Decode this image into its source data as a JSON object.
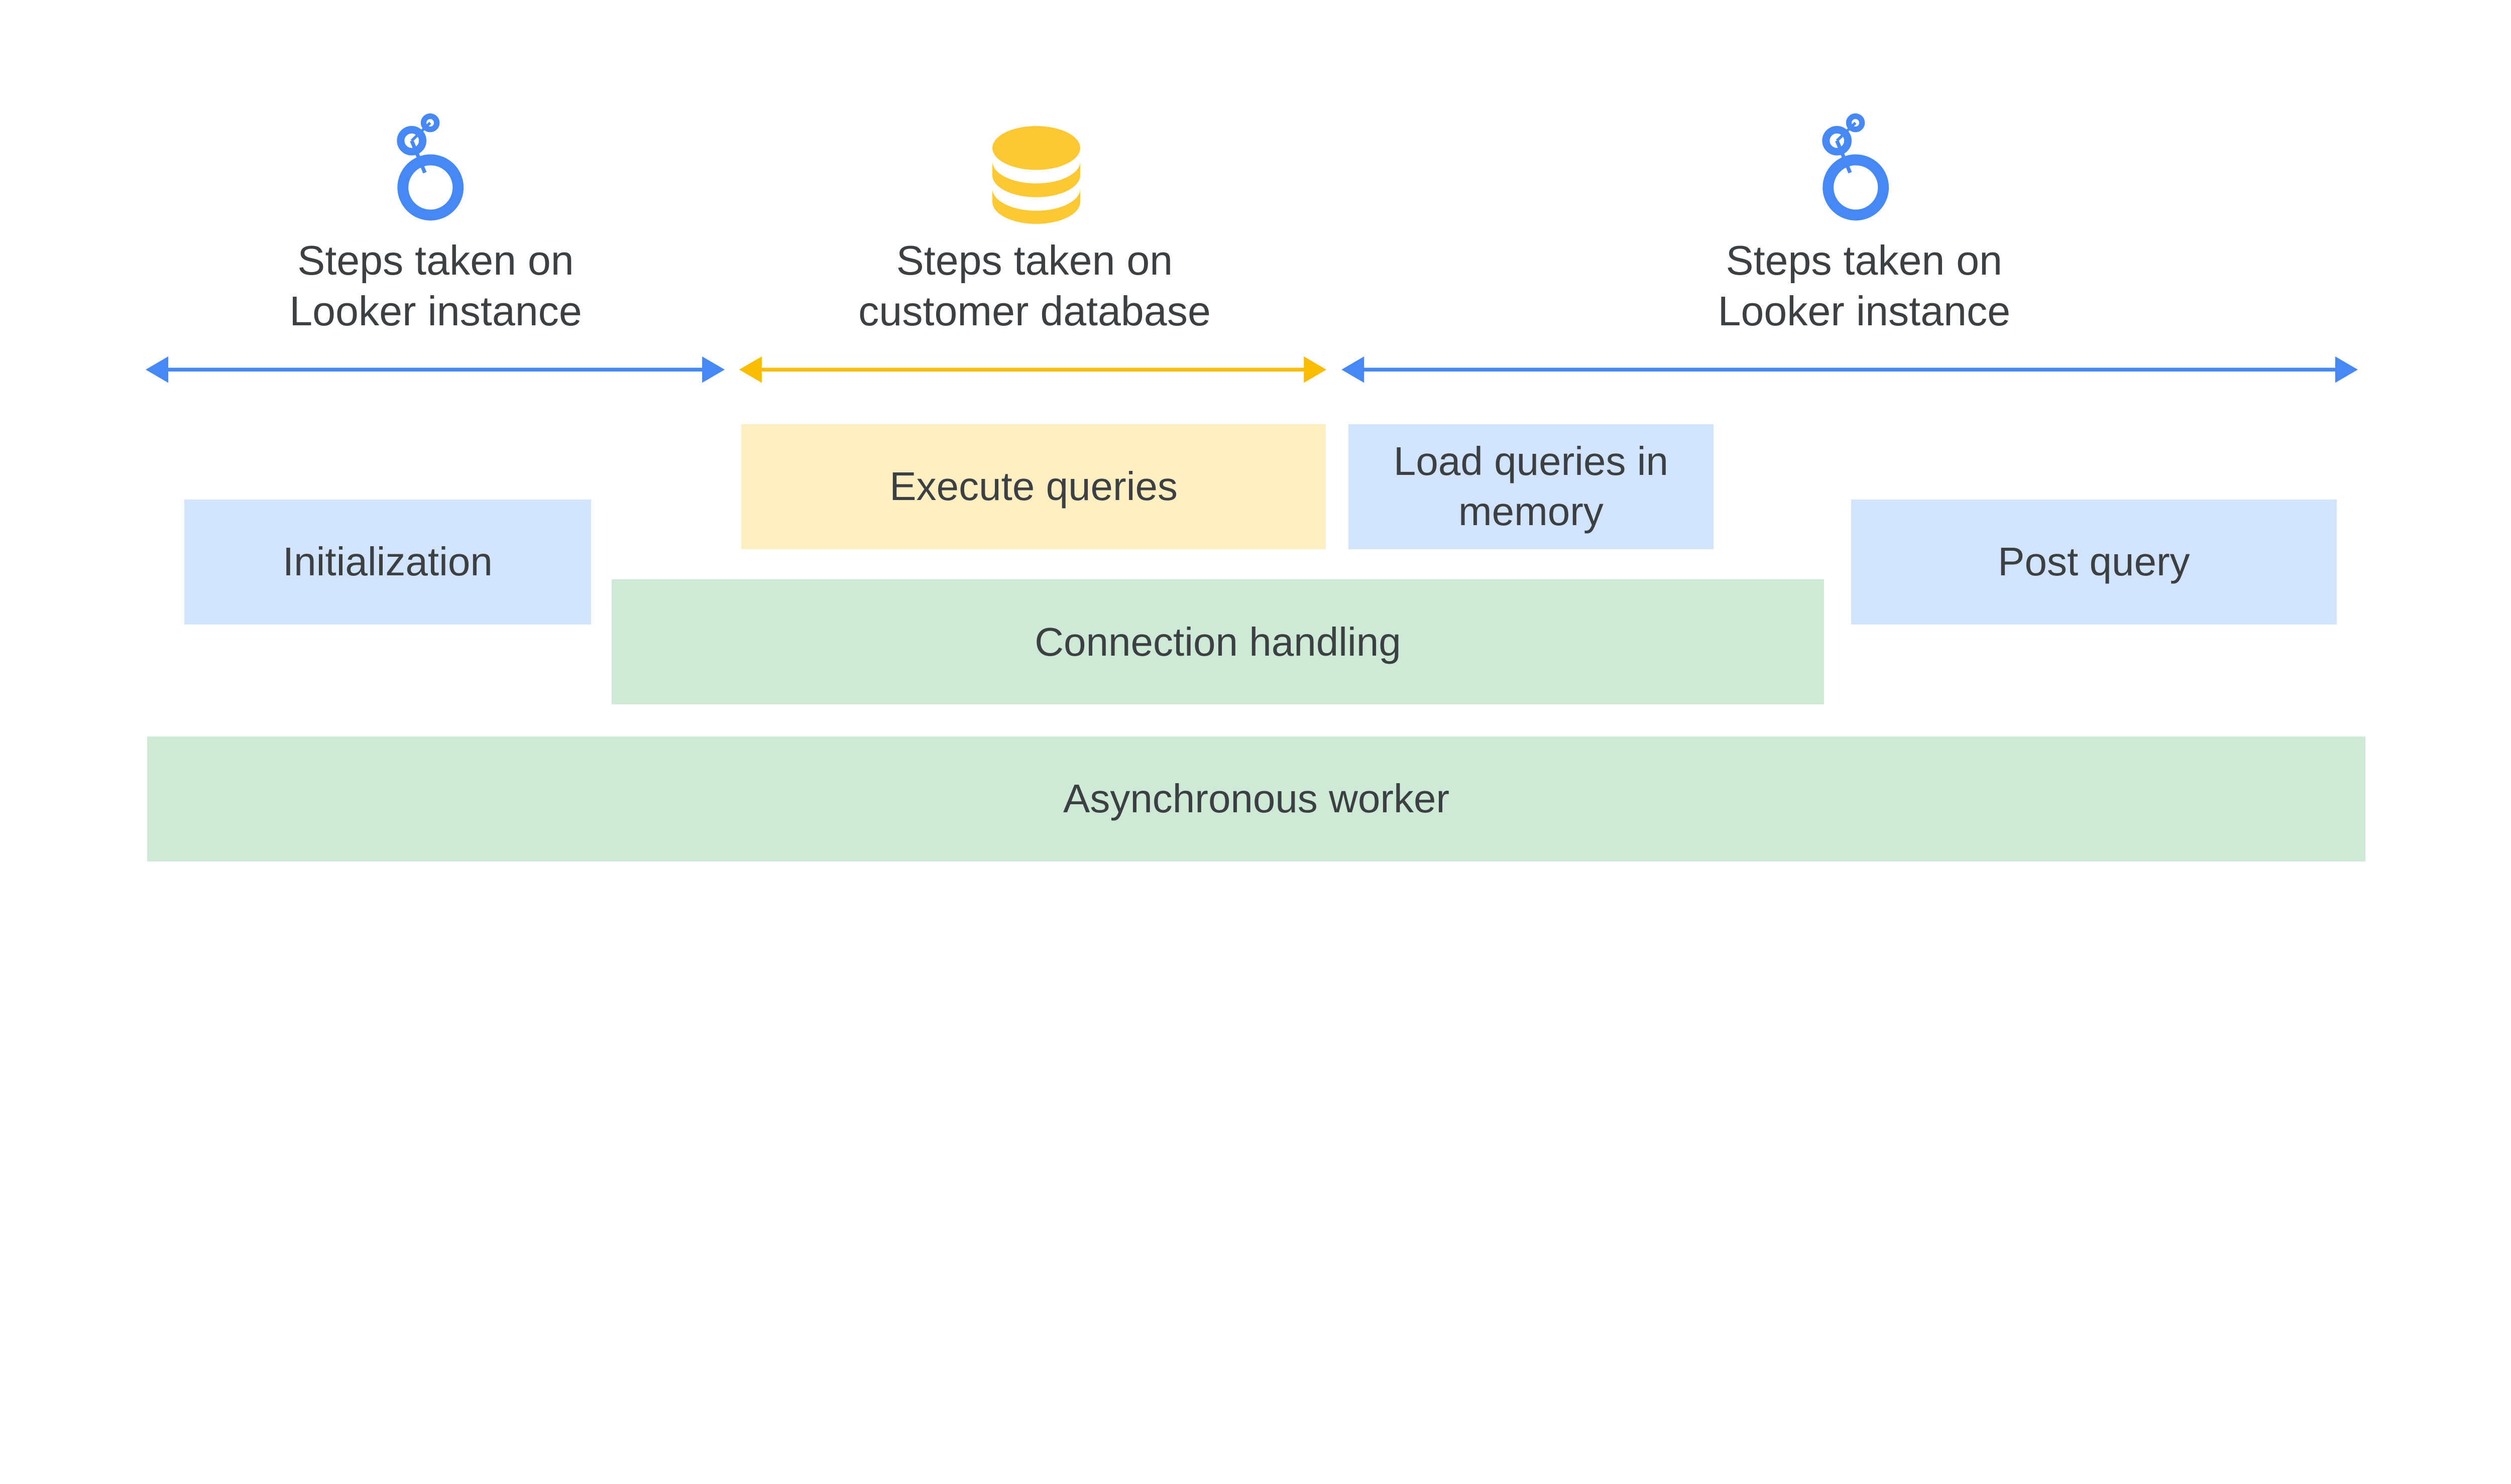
{
  "headers": [
    {
      "line1": "Steps taken on",
      "line2": "Looker instance",
      "icon": "looker-logo-icon"
    },
    {
      "line1": "Steps taken on",
      "line2": "customer database",
      "icon": "database-icon"
    },
    {
      "line1": "Steps taken on",
      "line2": "Looker instance",
      "icon": "looker-logo-icon"
    }
  ],
  "boxes": {
    "execute_queries": "Execute queries",
    "load_queries": "Load queries in memory",
    "initialization": "Initialization",
    "post_query": "Post query",
    "connection_handling": "Connection handling",
    "asynchronous_worker": "Asynchronous worker"
  },
  "colors": {
    "looker_blue": "#4285F4",
    "database_yellow": "#FBBC04",
    "database_icon_yellow": "#FCC934",
    "box_blue": "#D2E3FC",
    "box_yellow": "#FEEFC3",
    "box_green": "#CEEAD6",
    "text": "#3C4043"
  }
}
